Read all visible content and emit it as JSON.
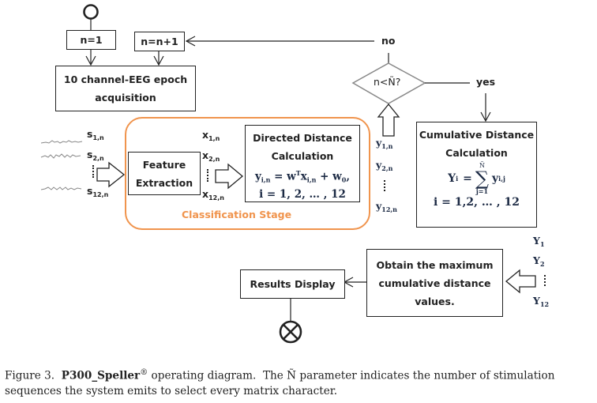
{
  "flow": {
    "init_label": "n=1",
    "increment_label": "n=n+1",
    "acquisition_line1": "10 channel-EEG epoch",
    "acquisition_line2": "acquisition",
    "decision_label": "n<Ñ?",
    "no_label": "no",
    "yes_label": "yes",
    "feature_line1": "Feature",
    "feature_line2": "Extraction",
    "directed_line1": "Directed Distance",
    "directed_line2": "Calculation",
    "directed_eq_y": "y",
    "directed_eq_y_sub": "i,n",
    "directed_eq_rest1": " = w",
    "directed_eq_T": "T",
    "directed_eq_x": "x",
    "directed_eq_x_sub": "i,n",
    "directed_eq_rest2": " + w",
    "directed_eq_w0_sub": "0",
    "directed_eq_comma": ",",
    "directed_index": "i = 1, 2, … , 12",
    "classification_label": "Classification Stage",
    "cumulative_line1": "Cumulative Distance",
    "cumulative_line2": "Calculation",
    "cumulative_eq_Y": "Y",
    "cumulative_eq_Y_sub": "i",
    "cumulative_eq_eq": "=",
    "cumulative_sum_top": "Ñ",
    "cumulative_sum_symbol": "∑",
    "cumulative_sum_bottom": "j=1",
    "cumulative_eq_y": "y",
    "cumulative_eq_y_sub": "i,j",
    "cumulative_index": "i = 1,2, … , 12",
    "max_line1": "Obtain the maximum",
    "max_line2": "cumulative distance",
    "max_line3": "values.",
    "results_label": "Results Display"
  },
  "signals": [
    {
      "base": "s",
      "sub": "1,n"
    },
    {
      "base": "s",
      "sub": "2,n"
    },
    {
      "base": "s",
      "sub": "12,n"
    }
  ],
  "features": [
    {
      "base": "x",
      "sub": "1,n"
    },
    {
      "base": "x",
      "sub": "2,n"
    },
    {
      "base": "x",
      "sub": "12,n"
    }
  ],
  "distances": [
    {
      "base": "y",
      "sub": "1,n"
    },
    {
      "base": "y",
      "sub": "2,n"
    },
    {
      "base": "y",
      "sub": "12,n"
    }
  ],
  "cumulatives": [
    {
      "base": "Y",
      "sub": "1"
    },
    {
      "base": "Y",
      "sub": "2"
    },
    {
      "base": "Y",
      "sub": "12"
    }
  ],
  "caption": {
    "prefix": "Figure 3.  ",
    "name": "P300_Speller",
    "reg": "®",
    "line1_rest": " operating diagram.  The Ñ parameter indicates the number of stimulation",
    "line2": "sequences the system emits to select every matrix character."
  },
  "colors": {
    "classification_border": "#f0944d",
    "line": "#222222"
  }
}
